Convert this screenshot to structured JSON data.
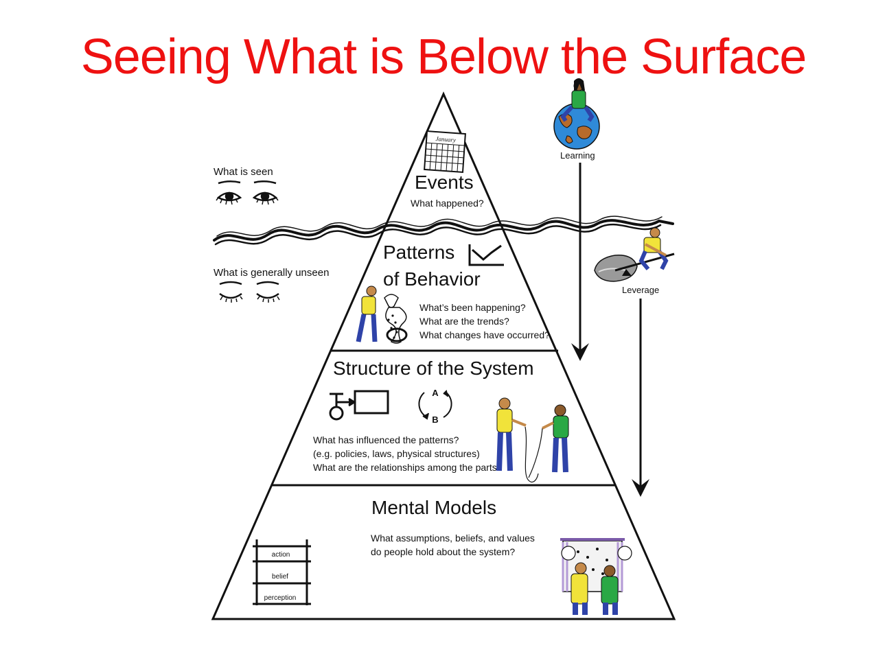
{
  "title": {
    "text": "Seeing What is Below the Surface",
    "color": "#ee1111"
  },
  "side": {
    "seen": "What is seen",
    "unseen": "What is generally unseen",
    "learning": "Learning",
    "leverage": "Leverage"
  },
  "calendar": {
    "month": "January"
  },
  "levels": {
    "events": {
      "heading": "Events",
      "questions": [
        "What happened?"
      ]
    },
    "patterns": {
      "heading_lines": [
        "Patterns",
        "of Behavior"
      ],
      "questions": [
        "What’s been happening?",
        "What are the trends?",
        "What changes have occurred?"
      ]
    },
    "structure": {
      "heading": "Structure of the System",
      "loop_labels": [
        "A",
        "B"
      ],
      "questions": [
        "What has influenced the patterns?",
        "(e.g. policies, laws, physical structures)",
        "What are the relationships among the parts?"
      ]
    },
    "mental": {
      "heading": "Mental Models",
      "questions": [
        "What assumptions, beliefs, and values",
        "do people hold about the system?"
      ],
      "ladder": [
        "action",
        "belief",
        "perception"
      ]
    }
  },
  "colors": {
    "title": "#ee1111",
    "line": "#111111",
    "shirt_yellow": "#f1e33a",
    "shirt_green": "#2aa845",
    "pants_blue": "#2f43a8",
    "globe_blue": "#2f8ad8",
    "globe_land": "#b86b2b"
  }
}
